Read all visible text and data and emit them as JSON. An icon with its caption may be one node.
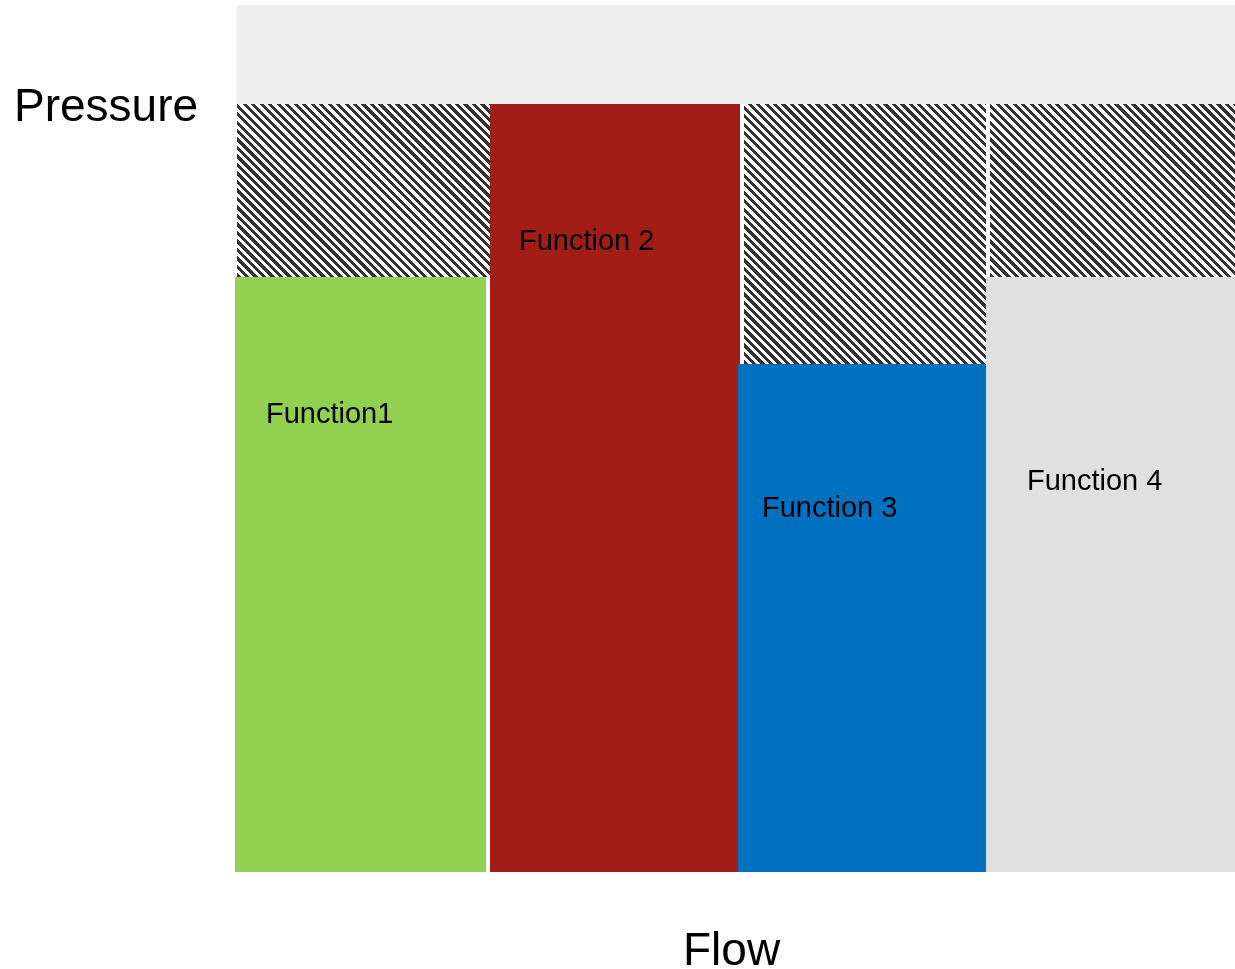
{
  "diagram": {
    "nodes": [
      {
        "text": [
          "Function1"
        ]
      },
      {
        "text": [
          "Function 2"
        ]
      },
      {
        "text": [
          "Function 3"
        ]
      },
      {
        "text": [
          "Function 4"
        ]
      },
      {
        "text": [],
        "shape": "box"
      },
      {
        "text": [],
        "shape": "box"
      },
      {
        "text": [],
        "shape": "box"
      }
    ],
    "labels": [
      "Pressure",
      "Flow"
    ]
  }
}
